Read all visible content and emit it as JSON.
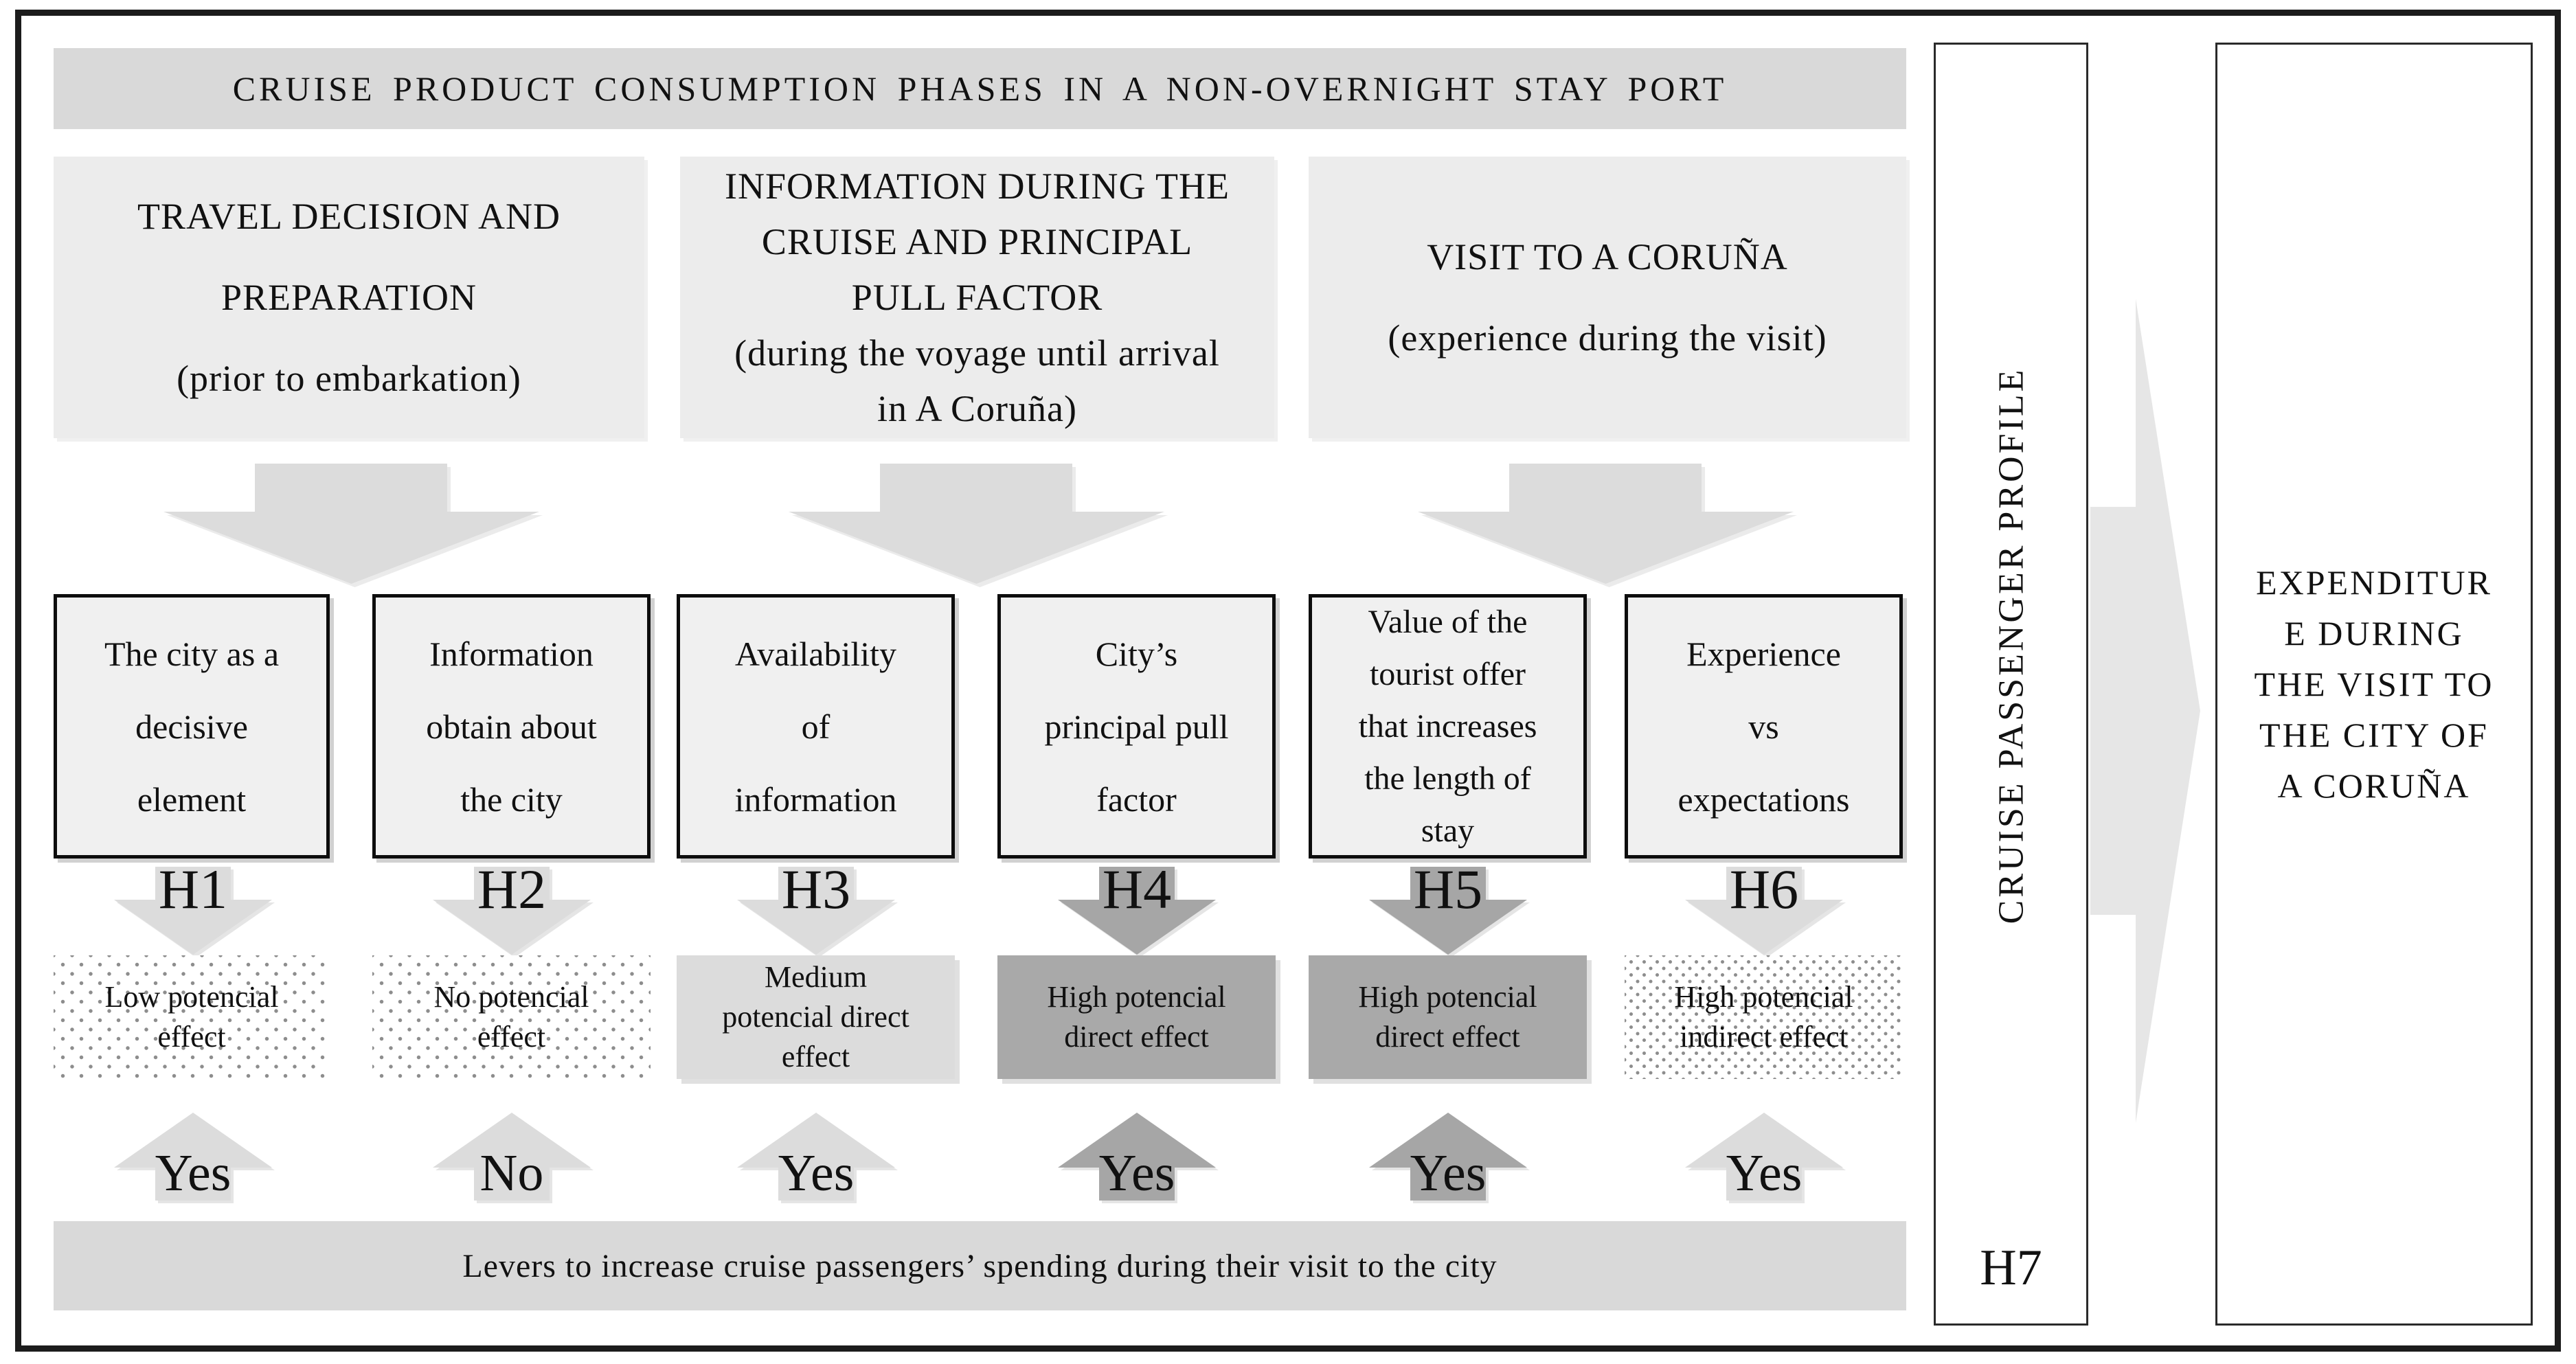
{
  "title_banner": "CRUISE PRODUCT CONSUMPTION PHASES IN A NON-OVERNIGHT STAY PORT",
  "phases": [
    {
      "label": "TRAVEL DECISION AND\nPREPARATION\n(prior to embarkation)"
    },
    {
      "label": "INFORMATION DURING THE\nCRUISE AND PRINCIPAL\nPULL FACTOR\n(during the voyage until arrival\nin A Coruña)"
    },
    {
      "label": "VISIT TO A CORUÑA\n(experience during the visit)"
    }
  ],
  "factors": [
    {
      "label": "The city as a\ndecisive\nelement"
    },
    {
      "label": "Information\nobtain about\nthe city"
    },
    {
      "label": "Availability\nof\ninformation"
    },
    {
      "label": "City’s\nprincipal pull\nfactor"
    },
    {
      "label": "Value of the\ntourist offer\nthat increases\nthe length of\nstay"
    },
    {
      "label": "Experience\nvs\nexpectations"
    }
  ],
  "hypotheses": [
    {
      "id": "H1",
      "effect": "Low potencial\neffect",
      "answer": "Yes",
      "effect_style": "dotted",
      "arrow_tone": "light"
    },
    {
      "id": "H2",
      "effect": "No potencial\neffect",
      "answer": "No",
      "effect_style": "dotted",
      "arrow_tone": "light"
    },
    {
      "id": "H3",
      "effect": "Medium\npotencial direct\neffect",
      "answer": "Yes",
      "effect_style": "solid-light",
      "arrow_tone": "light"
    },
    {
      "id": "H4",
      "effect": "High potencial\ndirect effect",
      "answer": "Yes",
      "effect_style": "solid-dark",
      "arrow_tone": "dark"
    },
    {
      "id": "H5",
      "effect": "High potencial\ndirect effect",
      "answer": "Yes",
      "effect_style": "solid-dark",
      "arrow_tone": "dark"
    },
    {
      "id": "H6",
      "effect": "High potencial\nindirect effect",
      "answer": "Yes",
      "effect_style": "dotted-dense",
      "arrow_tone": "light"
    }
  ],
  "bottom_banner": "Levers to increase cruise passengers’ spending during their visit to the city",
  "right_panel": {
    "profile_label": "CRUISE PASSENGER PROFILE",
    "h7": "H7",
    "expenditure": "EXPENDITUR\nE DURING\nTHE VISIT TO\nTHE CITY OF\nA CORUÑA"
  },
  "colors": {
    "banner_fill": "#d9d9d9",
    "phase_fill": "#ececec",
    "factor_fill": "#f0f0f0",
    "light_arrow": "#dcdcdc",
    "dark_arrow": "#a6a6a6",
    "effect_light_fill": "#dcdcdc",
    "effect_dark_fill": "#a9a9a9",
    "big_right_arrow": "#e6e6e6",
    "frame_border": "#1c1c1c"
  }
}
